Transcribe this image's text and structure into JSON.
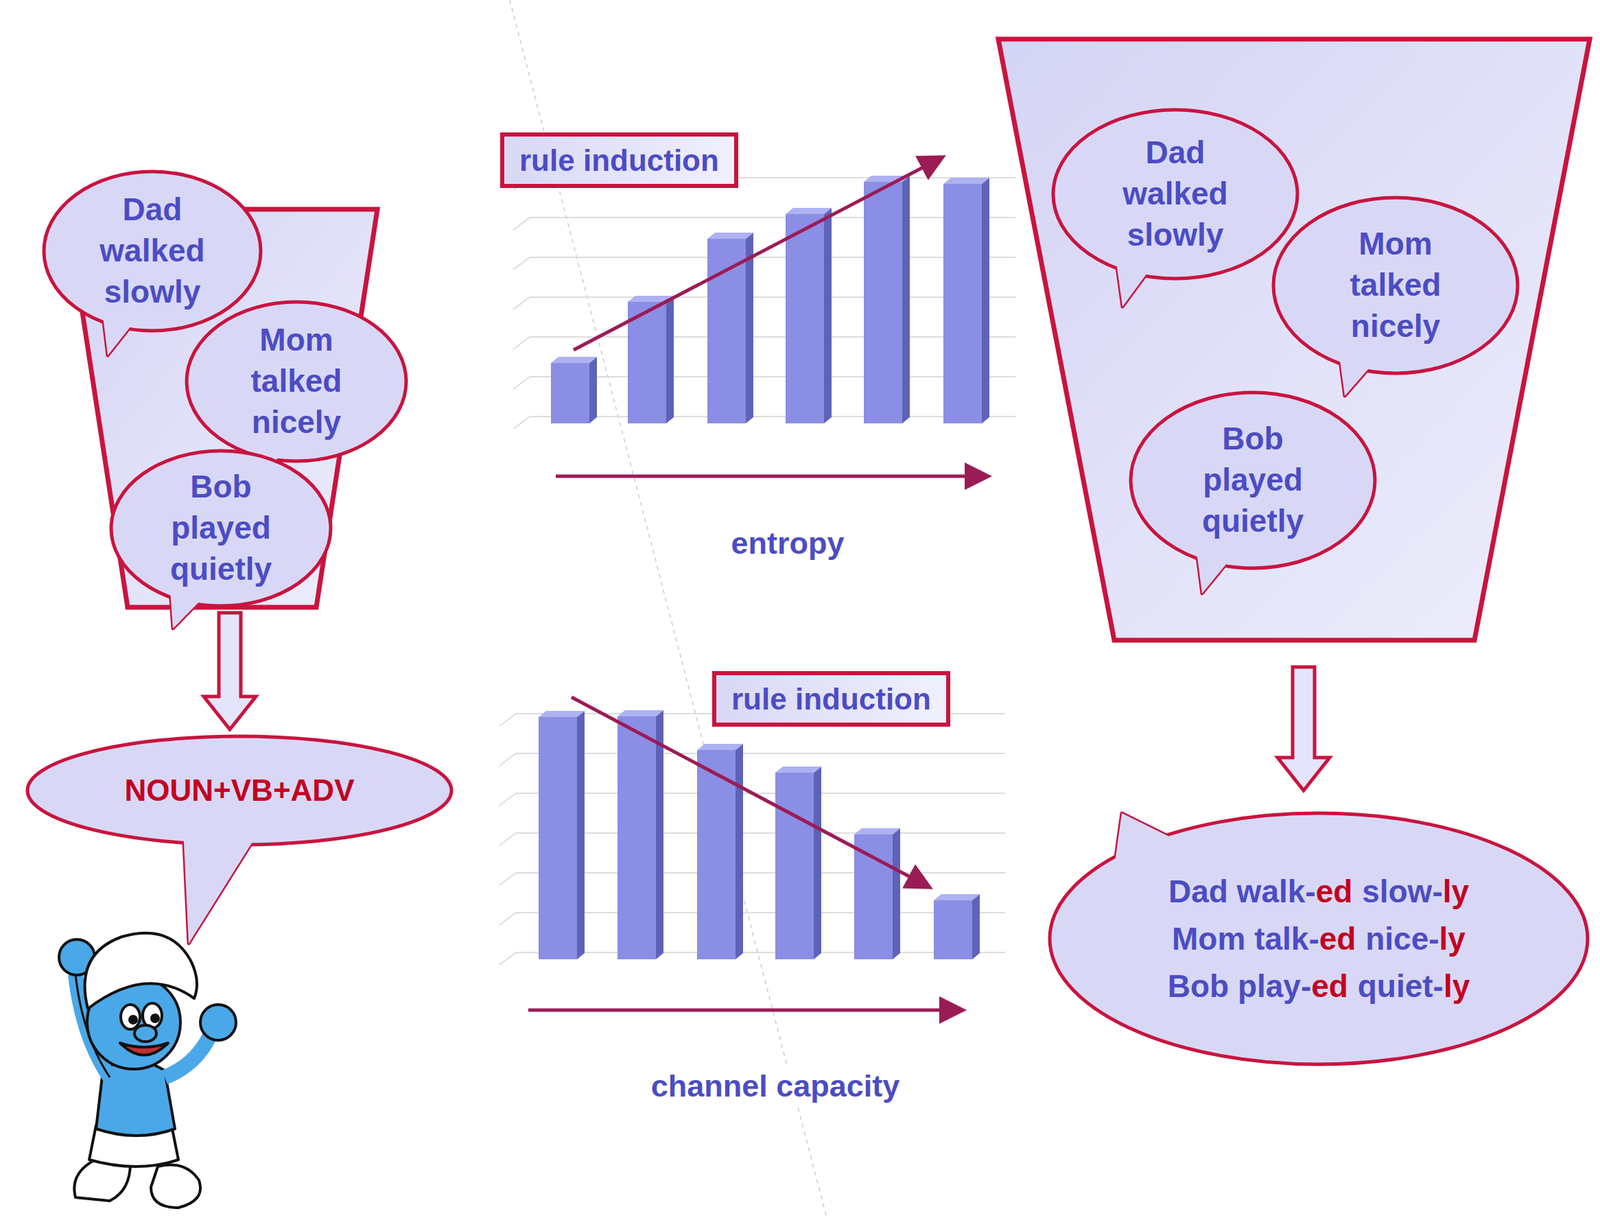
{
  "diagram": {
    "nodes": [
      {
        "text": [
          "Dad walked slowly"
        ]
      },
      {
        "text": [
          "Mom talked nicely"
        ]
      },
      {
        "text": [
          "Bob played quietly"
        ]
      },
      {
        "text": [
          "rule induction"
        ]
      },
      {
        "text": [
          "Dad walked slowly"
        ]
      },
      {
        "text": [
          "Mom talked nicely"
        ]
      },
      {
        "text": [
          "Bob played quietly"
        ]
      },
      {
        "text": [
          "NOUN+VB+ADV"
        ]
      },
      {
        "text": [
          "rule induction"
        ]
      },
      {
        "text": [
          "Dad walk-",
          "ed",
          "slow-",
          "ly",
          "Mom talk-",
          "ed",
          "nice-",
          "ly",
          "Bob play-",
          "ed",
          "quiet-",
          "ly"
        ]
      }
    ],
    "labels": [
      "entropy",
      "channel capacity"
    ]
  }
}
